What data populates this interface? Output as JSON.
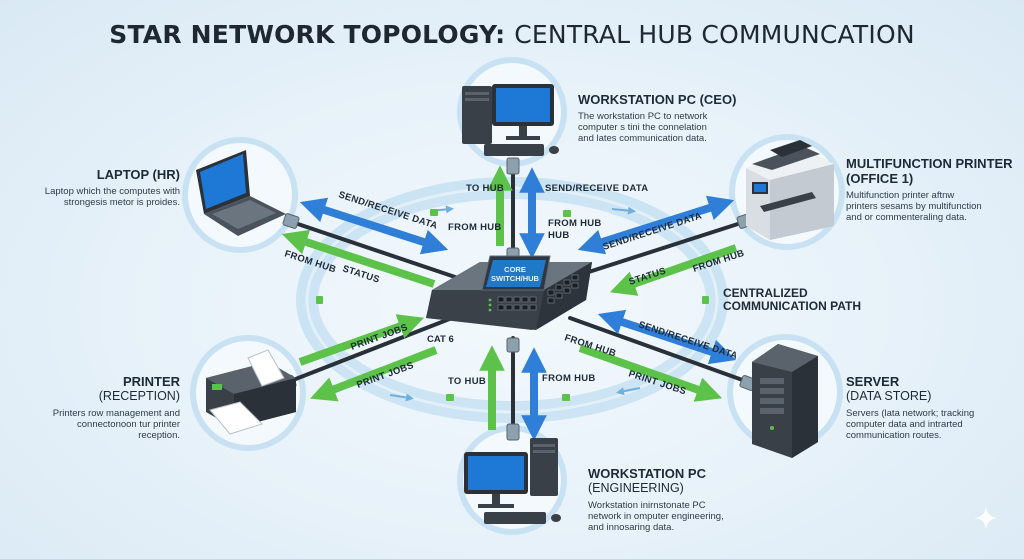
{
  "title": {
    "bold": "STAR NETWORK TOPOLOGY:",
    "light": "CENTRAL HUB COMMUNCATION"
  },
  "hub": {
    "label_line1": "CORE",
    "label_line2": "SWITCH/HUB"
  },
  "center_path_label": "CENTRALIZED\nCOMMUNICATION PATH",
  "cable_label": "CAT 6",
  "nodes": {
    "ceo": {
      "title": "WORKSTATION PC (CEO)",
      "description": "The workstation PC to network\ncomputer s tini the connelation\nand lates communication data."
    },
    "laptop": {
      "title": "LAPTOP (HR)",
      "description": "Laptop which the computes with\nstrongesis metor is proides."
    },
    "mfp": {
      "title": "MULTIFUNCTION PRINTER\n(OFFICE 1)",
      "description": "Multifunction printer aftnw\nprinters sesams by multifunction\nand or commenteraling data."
    },
    "printer": {
      "title": "PRINTER",
      "subtitle": "(RECEPTION)",
      "description": "Printers row management and\nconnectonoon tur printer\nreception."
    },
    "server": {
      "title": "SERVER",
      "subtitle": "(DATA STORE)",
      "description": "Servers (lata network; tracking\ncomputer data and intrarted\ncommunication routes."
    },
    "engineering": {
      "title": "WORKSTATION PC",
      "subtitle": "(ENGINEERING)",
      "description": "Workstation inirnstonate PC\nnetwork in omputer engineering,\nand innosaring data."
    }
  },
  "flow_labels": {
    "ceo_to_hub": "TO HUB",
    "ceo_send_receive": "SEND/RECEIVE DATA",
    "ceo_from_hub": "FROM HUB",
    "laptop_send_receive": "SEND/RECEIVE DATA",
    "laptop_from_hub": "FROM HUB",
    "laptop_status": "STATUS",
    "mfp_send_receive": "SEND/RECEIVE DATA",
    "mfp_status": "STATUS",
    "mfp_from_hub": "FROM HUB",
    "printer_print_jobs_1": "PRINT JOBS",
    "printer_print_jobs_2": "PRINT JOBS",
    "server_send_receive": "SEND/RECEIVE DATA",
    "server_from_hub": "FROM HUB",
    "server_print_jobs": "PRINT JOBS",
    "eng_to_hub": "TO HUB",
    "eng_from_hub": "FROM HUB"
  },
  "colors": {
    "blue_arrow": "#2f7fd8",
    "green_arrow": "#5cc24a",
    "cable": "#2a3038",
    "background": "#e6f1f9",
    "ring": "#b9d8ee"
  }
}
